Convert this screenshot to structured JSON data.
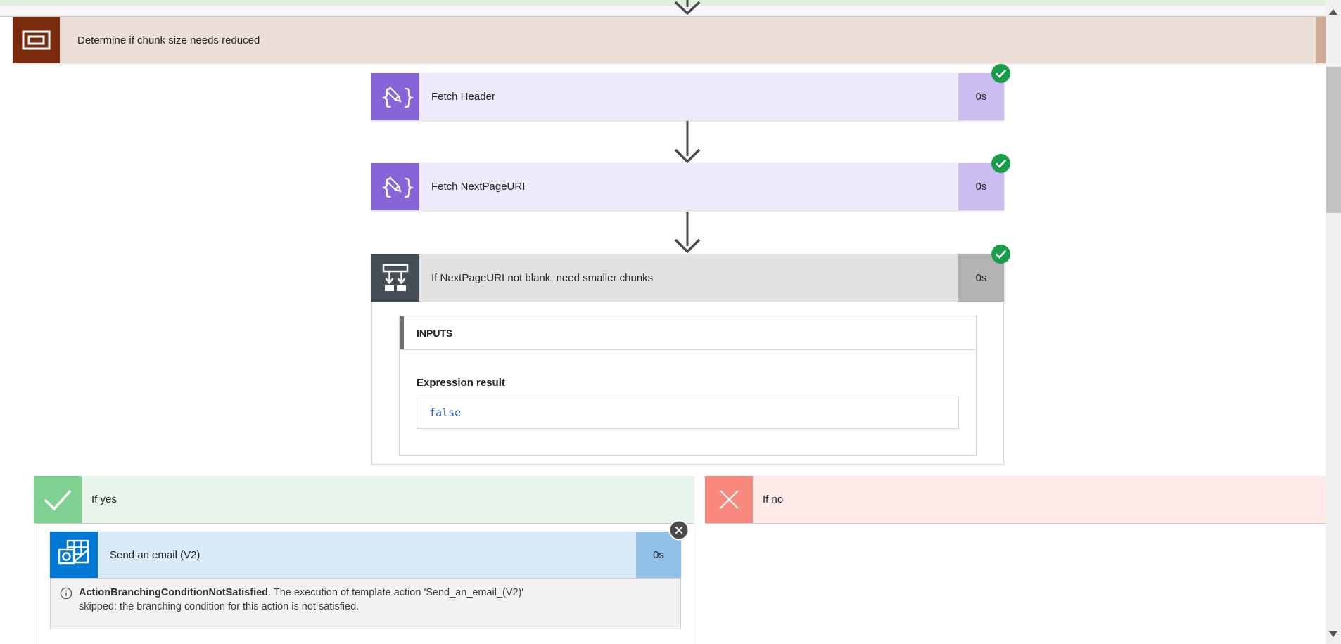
{
  "scope": {
    "title": "Determine if chunk size needs reduced"
  },
  "actions": {
    "fetch_header": {
      "title": "Fetch Header",
      "duration": "0s"
    },
    "fetch_nextpageuri": {
      "title": "Fetch NextPageURI",
      "duration": "0s"
    },
    "condition": {
      "title": "If NextPageURI not blank, need smaller chunks",
      "duration": "0s",
      "inputs_label": "INPUTS",
      "expression_label": "Expression result",
      "expression_value": "false"
    },
    "send_email": {
      "title": "Send an email (V2)",
      "duration": "0s",
      "note_code": "ActionBranchingConditionNotSatisfied",
      "note_line1_rest": ". The execution of template action 'Send_an_email_(V2)'",
      "note_line2": "skipped: the branching condition for this action is not satisfied."
    }
  },
  "branches": {
    "yes_label": "If yes",
    "no_label": "If no"
  },
  "icons": {
    "scope": "scope-icon",
    "compose": "braces-pencil-icon",
    "condition": "condition-branch-icon",
    "yes": "check-icon",
    "no": "x-icon",
    "email": "outlook-icon",
    "status": "success-check-circle-icon",
    "note": "info-icon",
    "close": "close-icon"
  },
  "colors": {
    "text": "#242424",
    "top_green": "#dff0de",
    "canvas_gray": "#f7f7f7",
    "divider": "#c8c6c4",
    "scope_icon": "#7a2b0d",
    "scope_bg": "#ecdfd8",
    "scope_bg_dark": "#cfab94",
    "purple_icon": "#8764d8",
    "purple_bg": "#efeafb",
    "purple_badge": "#cbbdf0",
    "cond_icon": "#454d56",
    "cond_bg": "#e2e2e2",
    "cond_badge": "#b3b3b3",
    "green_circle": "#189e4a",
    "yes_icon": "#80d092",
    "yes_bg": "#e7f4ea",
    "no_icon": "#f9897e",
    "no_bg": "#fdeae8",
    "blue_icon": "#0078d4",
    "blue_bg": "#dbeaf8",
    "blue_badge": "#92c1e7",
    "info_bg": "#f3f2f1",
    "info_border": "#d3d1cf",
    "code_blue": "#2057c7",
    "arrow": "#494949",
    "border": "#d6d6d6",
    "scroll_track": "#f0f0f1",
    "scroll_thumb": "#c2c2c2"
  }
}
